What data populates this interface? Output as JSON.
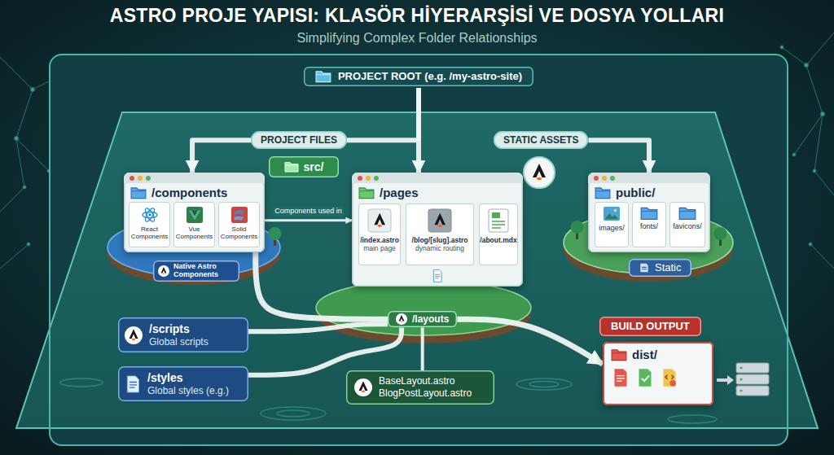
{
  "diagram": {
    "title": "ASTRO PROJE YAPISI: KLASÖR HİYERARŞİSİ VE DOSYA YOLLARI",
    "nodes": [
      {
        "text": [
          "PROJECT ROOT (e.g. /my-astro-site)"
        ]
      },
      {
        "text": [
          "PROJECT FILES"
        ],
        "in": 0
      },
      {
        "text": [
          "STATIC ASSETS"
        ],
        "in": 0
      },
      {
        "text": [
          "src/"
        ],
        "in": 0
      },
      {
        "text": [
          "/components"
        ],
        "in": 0
      },
      {
        "text": [
          "React Components"
        ],
        "in": 4
      },
      {
        "text": [
          "Vue Components"
        ],
        "in": 4
      },
      {
        "text": [
          "Solid Components"
        ],
        "in": 4
      },
      {
        "text": [
          "/pages"
        ],
        "in": 0
      },
      {
        "text": [
          "/index.astro",
          "main page"
        ],
        "in": 8
      },
      {
        "text": [
          "/blog/[slug].astro",
          "dynamic routing"
        ],
        "in": 8
      },
      {
        "text": [
          "/about.mdx"
        ],
        "in": 8
      },
      {
        "text": [
          "public/"
        ],
        "in": 0
      },
      {
        "text": [
          "images/"
        ],
        "in": 12
      },
      {
        "text": [
          "fonts/"
        ],
        "in": 12
      },
      {
        "text": [
          "favicons/"
        ],
        "in": 12
      },
      {
        "text": [
          "Native Astro Components"
        ],
        "in": 0
      },
      {
        "text": [
          "Static"
        ],
        "in": 0
      },
      {
        "text": [
          "/layouts"
        ],
        "in": 0
      },
      {
        "text": [
          "BUILD OUTPUT",
          "dist/"
        ],
        "in": 0
      },
      {
        "text": [
          "/scripts",
          "Global scripts"
        ],
        "in": 0
      },
      {
        "text": [
          "/styles",
          "Global styles (e.g.)"
        ],
        "in": 0
      },
      {
        "text": [
          "BaseLayout.astro",
          "BlogPostLayout.astro"
        ],
        "in": 0
      }
    ],
    "edges": [
      {
        "from": 1,
        "to": 4,
        "arrow": "to"
      },
      {
        "from": 1,
        "to": 8,
        "arrow": "to"
      },
      {
        "from": 2,
        "to": 12,
        "arrow": "to"
      },
      {
        "from": 4,
        "to": 8,
        "label": "Components used in",
        "arrow": "to"
      },
      {
        "from": 4,
        "to": 18,
        "arrow": "none"
      },
      {
        "from": 20,
        "to": 18,
        "arrow": "none"
      },
      {
        "from": 21,
        "to": 18,
        "arrow": "none"
      },
      {
        "from": 18,
        "to": 22,
        "arrow": "none"
      },
      {
        "from": 18,
        "to": 19,
        "arrow": "to"
      }
    ],
    "labels": [
      "Simplifying Complex Folder Relationships"
    ]
  }
}
